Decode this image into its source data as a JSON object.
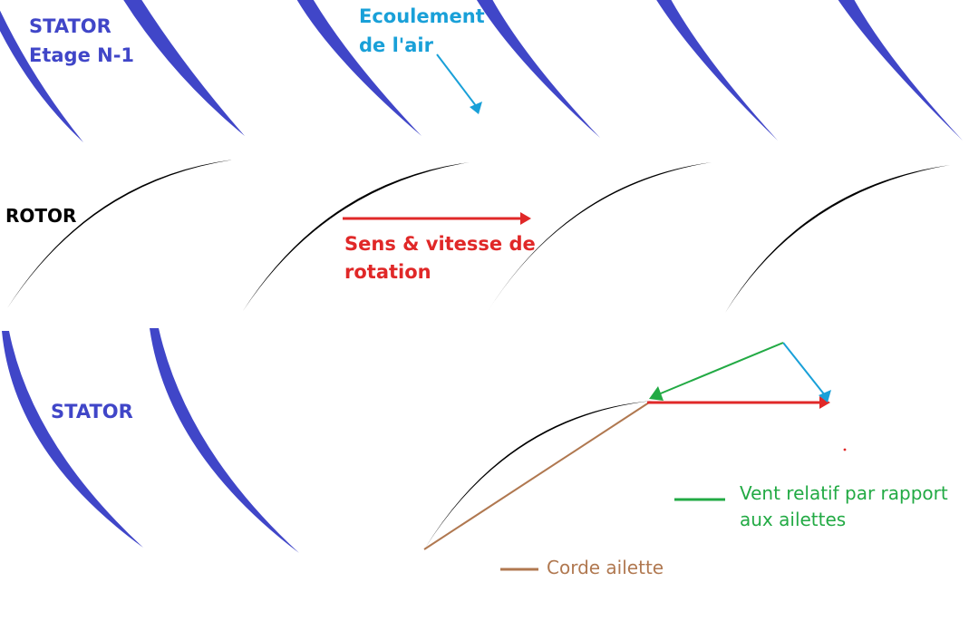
{
  "labels": {
    "stator_prev_line1": "STATOR",
    "stator_prev_line2": "Etage N-1",
    "airflow_line1": "Ecoulement",
    "airflow_line2": "de l'air",
    "rotor": "ROTOR",
    "rotation_line1": "Sens & vitesse de",
    "rotation_line2": "rotation",
    "stator": "STATOR",
    "relative_wind_line1": "Vent relatif par rapport",
    "relative_wind_line2": "aux ailettes",
    "chord": "Corde ailette"
  },
  "colors": {
    "stator": "#4046c8",
    "rotor": "#000000",
    "air_flow": "#19a0d8",
    "rotation": "#e02828",
    "relative_wind": "#22aa44",
    "chord": "#b07850"
  }
}
